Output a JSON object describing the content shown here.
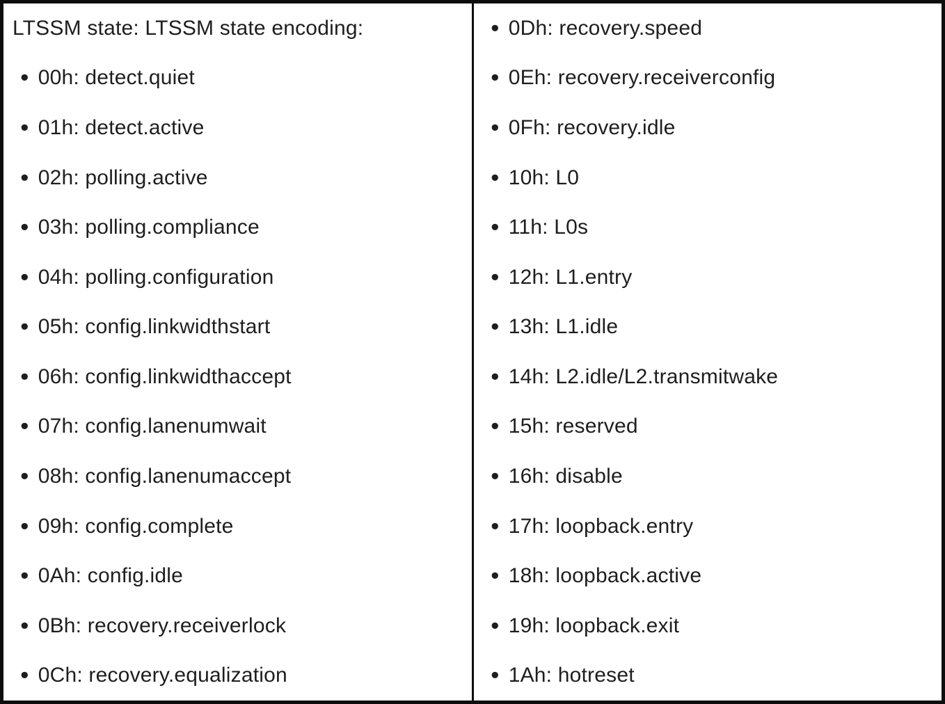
{
  "colors": {
    "text": "#1e1e1e",
    "border": "#0d0d0d",
    "background": "#ffffff"
  },
  "icons": {
    "bullet": "•"
  },
  "table": {
    "left_column": {
      "header": "LTSSM state: LTSSM state encoding:",
      "items": [
        "00h: detect.quiet",
        "01h: detect.active",
        "02h: polling.active",
        "03h: polling.compliance",
        "04h: polling.configuration",
        "05h: config.linkwidthstart",
        "06h: config.linkwidthaccept",
        "07h: config.lanenumwait",
        "08h: config.lanenumaccept",
        "09h: config.complete",
        "0Ah: config.idle",
        "0Bh: recovery.receiverlock",
        "0Ch: recovery.equalization"
      ]
    },
    "right_column": {
      "items": [
        "0Dh: recovery.speed",
        "0Eh: recovery.receiverconfig",
        "0Fh: recovery.idle",
        "10h: L0",
        "11h: L0s",
        "12h: L1.entry",
        "13h: L1.idle",
        "14h: L2.idle/L2.transmitwake",
        "15h: reserved",
        "16h: disable",
        "17h: loopback.entry",
        "18h: loopback.active",
        "19h: loopback.exit",
        "1Ah: hotreset"
      ]
    }
  }
}
